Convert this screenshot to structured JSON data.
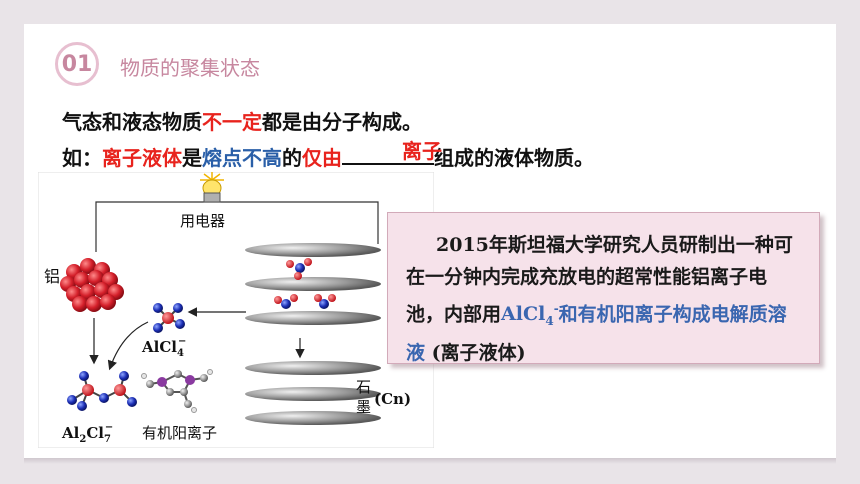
{
  "section": {
    "number": "01",
    "title": "物质的聚集状态"
  },
  "line1": {
    "part1": "气态和液态物质",
    "highlight": "不一定",
    "part2": "都是由分子构成。"
  },
  "line2": {
    "prefix": "如：",
    "term": "离子液体",
    "is": "是",
    "property": "熔点不高",
    "of": "的",
    "only_by": "仅由",
    "blank_answer": "离子",
    "suffix": "组成的液体物质。"
  },
  "figure": {
    "appliance_label": "用电器",
    "aluminum_label": "铝",
    "alcl4_label": "AlCl",
    "alcl4_sub": "4",
    "alcl4_sup": "−",
    "al2cl7_label_a": "Al",
    "al2cl7_sub_a": "2",
    "al2cl7_label_b": "Cl",
    "al2cl7_sub_b": "7",
    "al2cl7_sup": "−",
    "cation_label": "有机阳离子",
    "graphite_label_1": "石",
    "graphite_label_2": "墨",
    "graphite_formula": "(Cn)"
  },
  "callout": {
    "text1": "2015年斯坦福大学研究人员研制出一种可在一分钟内完成充放电的超常性能铝离子电池，内部用",
    "blue1": "AlCl",
    "blue1_sub": "4",
    "blue1_sup": "-",
    "blue2": "和有机阳离子构成电解质溶液",
    "text2": " (离子液体)"
  },
  "colors": {
    "accent_pink": "#c7879f",
    "red": "#e8231d",
    "blue": "#2a5fa8",
    "callout_bg": "#f6e2ea"
  }
}
